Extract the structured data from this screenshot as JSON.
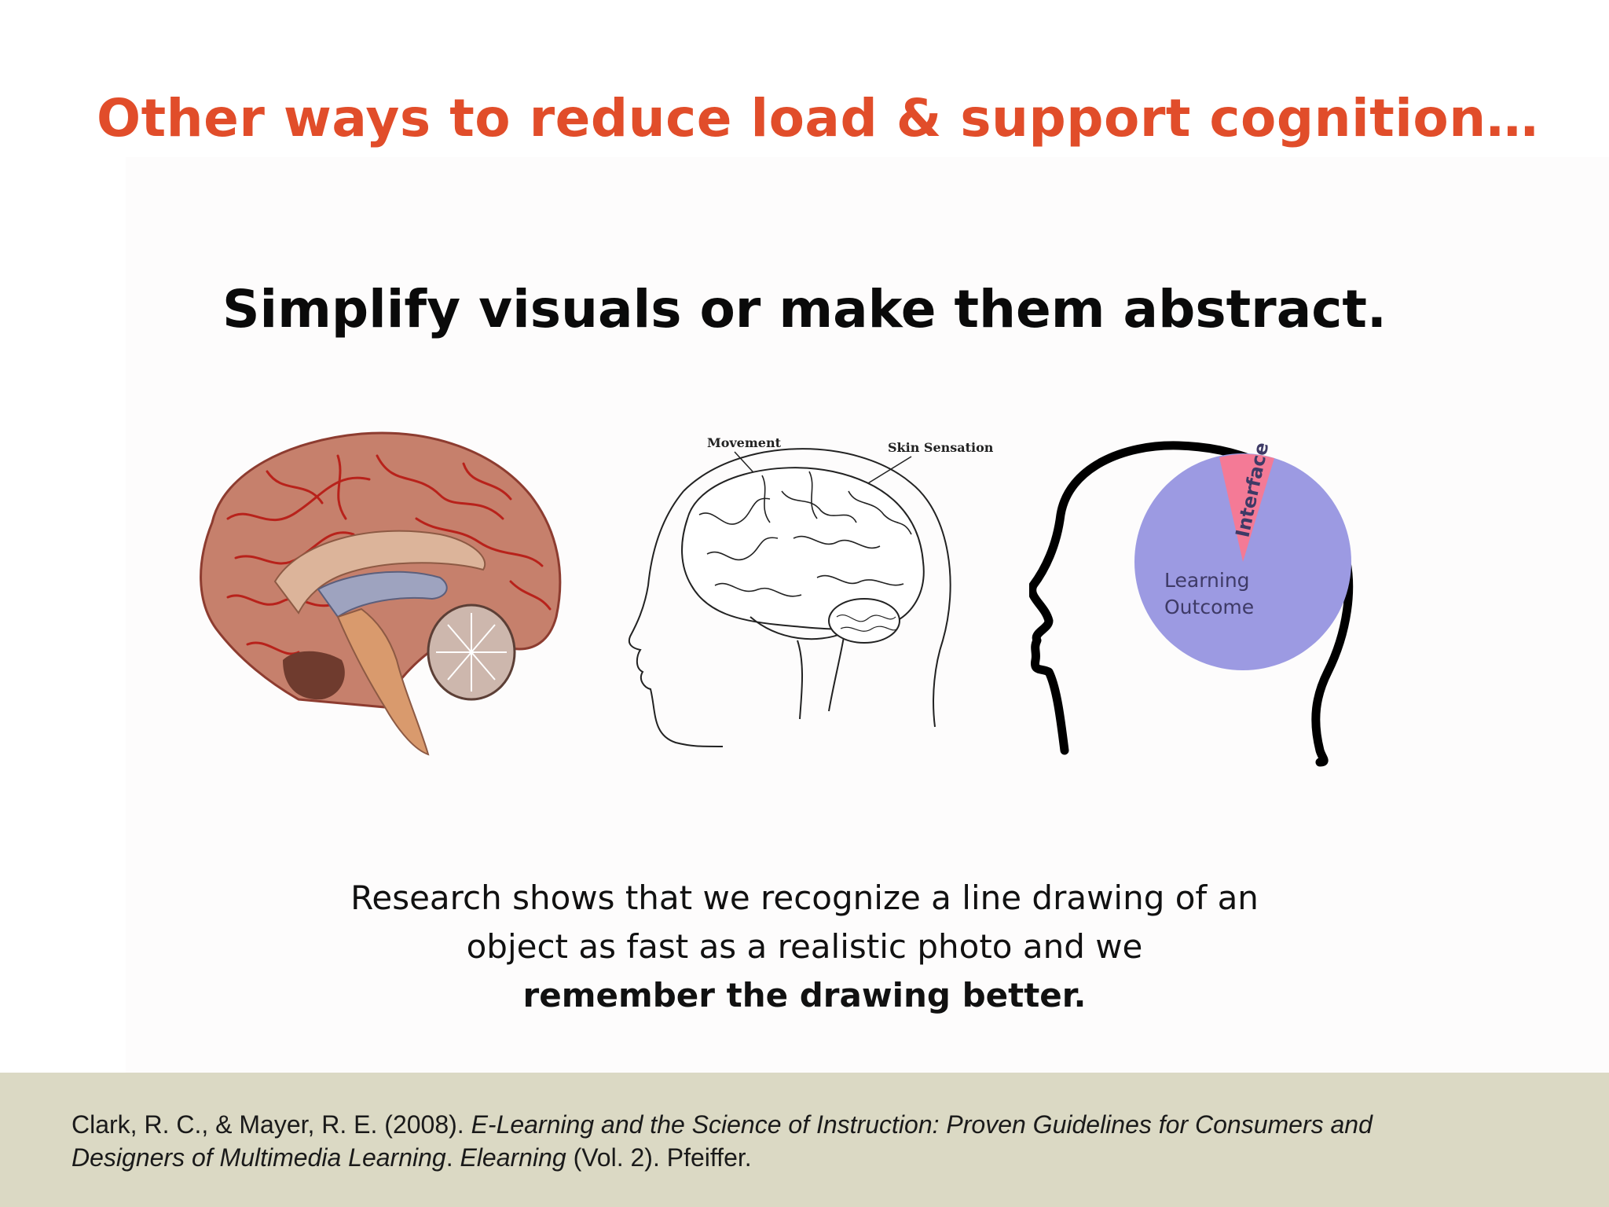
{
  "slide": {
    "title": "Other ways to reduce load & support cognition…",
    "subtitle": "Simplify visuals or make them abstract."
  },
  "figures": {
    "line_drawing": {
      "label_movement": "Movement",
      "label_skin": "Skin Sensation"
    },
    "abstract_diagram": {
      "slice_label": "Interface",
      "main_label_line1": "Learning",
      "main_label_line2": "Outcome",
      "colors": {
        "pie": "#9c9ae2",
        "slice": "#f47a96",
        "outline": "#000000"
      }
    }
  },
  "body": {
    "line1": "Research shows that we recognize a line drawing of an",
    "line2": "object as fast as a realistic photo and we",
    "line3": "remember the drawing better."
  },
  "citation": {
    "authors": "Clark, R. C., & Mayer, R. E. (2008). ",
    "book_title_part1": "E-Learning and the Science of Instruction: Proven Guidelines for Consumers and",
    "book_title_part2": "Designers of Multimedia Learning",
    "sep1": ". ",
    "series": "Elearning",
    "rest": " (Vol. 2). Pfeiffer."
  },
  "colors": {
    "title": "#e14d2a",
    "footer_band": "#dbd9c4"
  }
}
